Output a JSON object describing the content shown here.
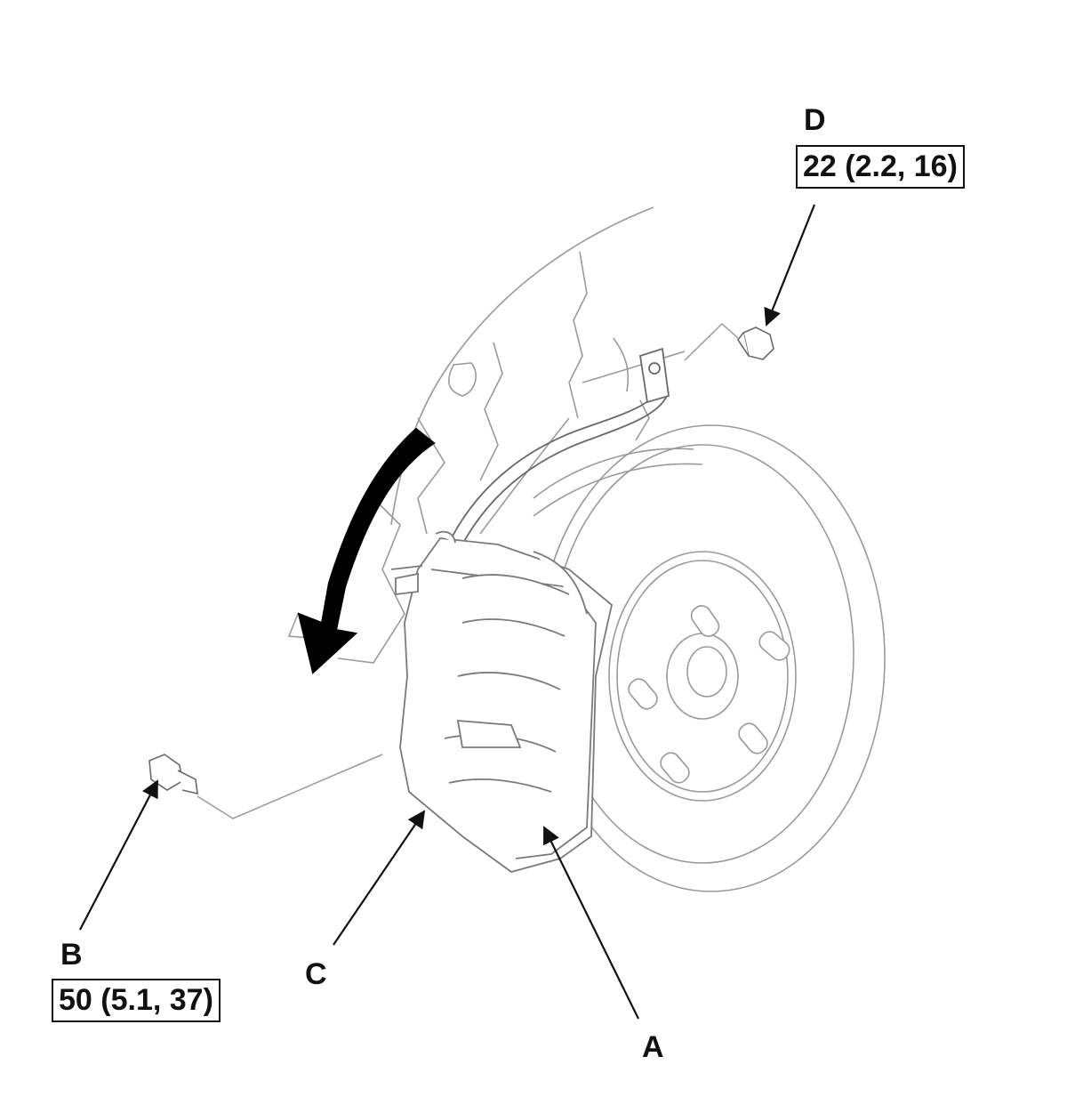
{
  "callouts": {
    "A": {
      "letter": "A"
    },
    "B": {
      "letter": "B",
      "torque": "50 (5.1, 37)"
    },
    "C": {
      "letter": "C"
    },
    "D": {
      "letter": "D",
      "torque": "22 (2.2, 16)"
    }
  },
  "colors": {
    "line": "#111111",
    "art": "#9a9a9a",
    "rotation_arrow": "#000000"
  }
}
